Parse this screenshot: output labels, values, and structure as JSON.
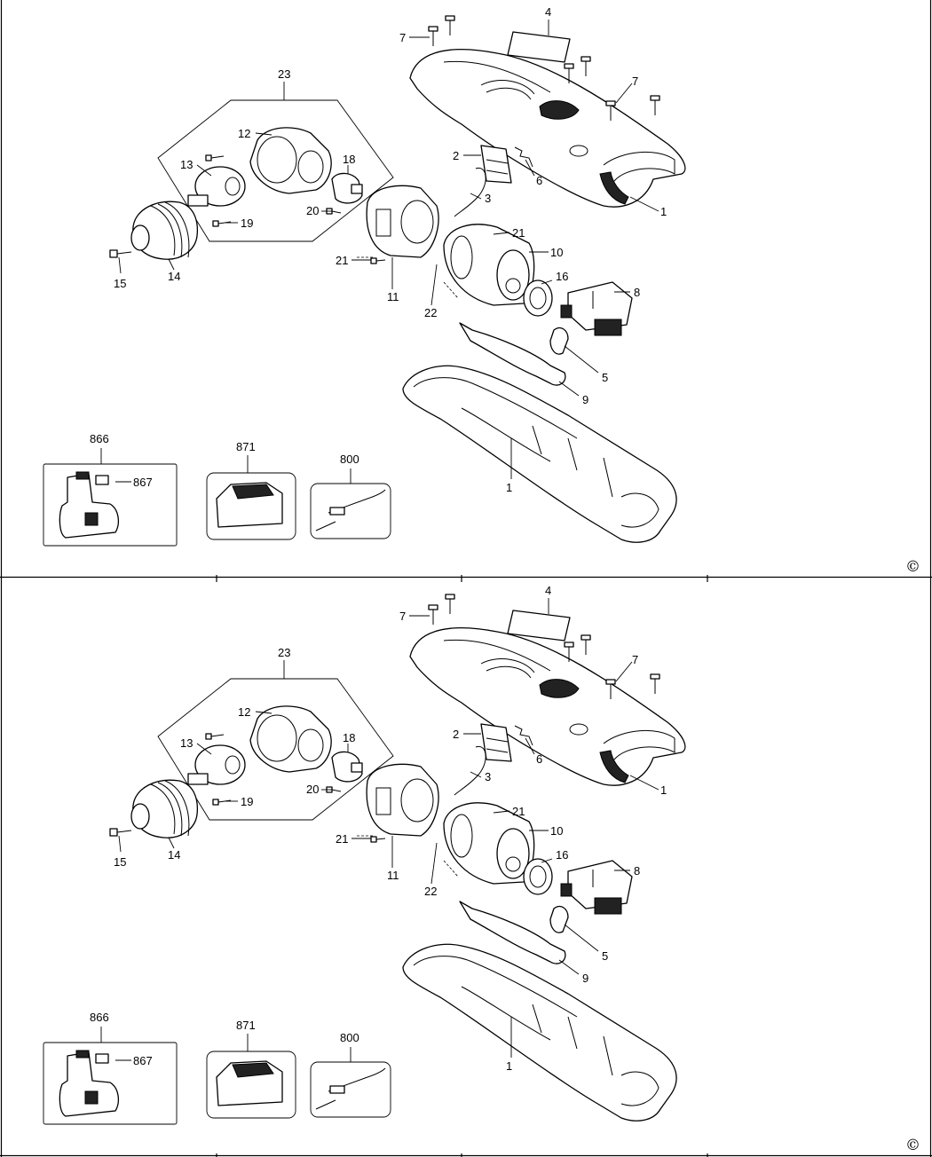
{
  "labels": {
    "l1": "1",
    "l2": "2",
    "l3": "3",
    "l4": "4",
    "l5": "5",
    "l6": "6",
    "l7": "7",
    "l8": "8",
    "l9": "9",
    "l10": "10",
    "l11": "11",
    "l12": "12",
    "l13": "13",
    "l14": "14",
    "l15": "15",
    "l16": "16",
    "l18": "18",
    "l19": "19",
    "l20": "20",
    "l21": "21",
    "l22": "22",
    "l23": "23",
    "l800": "800",
    "l866": "866",
    "l867": "867",
    "l871": "871"
  },
  "copyright": "©"
}
